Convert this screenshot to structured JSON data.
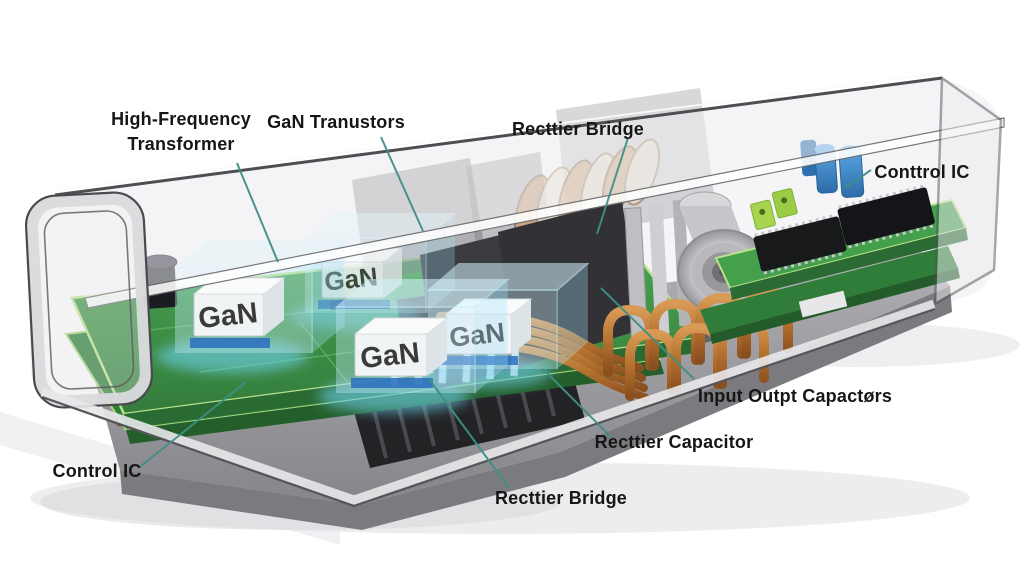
{
  "scene": {
    "background": "#ffffff",
    "label_color": "#161616",
    "leader_color": "#3f8e88",
    "glow_color": "#7fd9f4",
    "pcb_color": "#3f9144",
    "copper_color": "#b5712f",
    "case_color": "#ececef",
    "capacitor_blue": "#3c8ed6",
    "base_color": "#97979b"
  },
  "labels": {
    "hf_transformer_line1": "High-Frequency",
    "hf_transformer_line2": "Transformer",
    "gan_transistors": "GaN Tranustors",
    "rectifier_bridge_top": "Recttier Bridge",
    "control_ic_right": "Conttrol IC",
    "input_output_capacitors": "Input Outpt Capactørs",
    "rectifier_capacitor": "Recttier Capacitor",
    "rectifier_bridge_bottom": "Recttier Bridge",
    "control_ic_left": "Control IC"
  },
  "chips": {
    "gan": "GaN"
  }
}
